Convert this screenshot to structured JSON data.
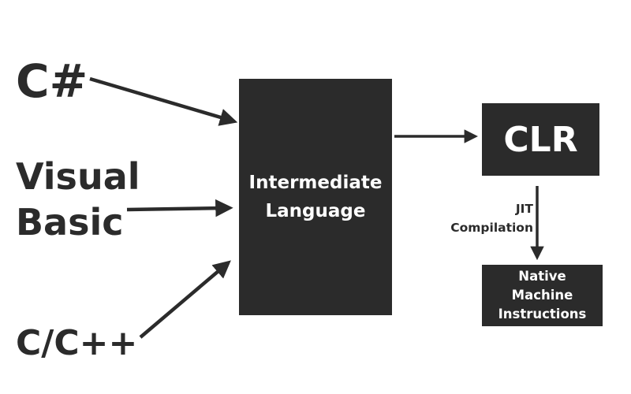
{
  "languages": {
    "csharp": "C#",
    "visual_basic": [
      "Visual",
      "Basic"
    ],
    "cpp": "C/C++"
  },
  "intermediate_language": [
    "Intermediate",
    "Language"
  ],
  "clr": "CLR",
  "jit_compilation": [
    "JIT",
    "Compilation"
  ],
  "native_machine_instructions": [
    "Native",
    "Machine",
    "Instructions"
  ],
  "colors": {
    "box_fill": "#2b2b2b",
    "text_dark": "#2b2b2b",
    "text_light": "#ffffff",
    "background": "#ffffff"
  }
}
